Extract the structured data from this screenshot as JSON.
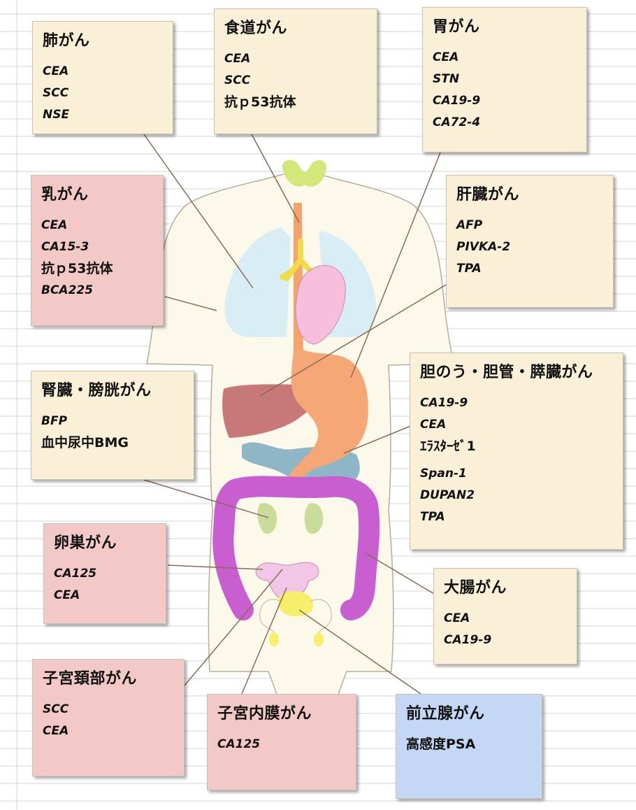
{
  "boxes": {
    "lung": {
      "title": "肺がん",
      "markers": [
        "CEA",
        "SCC",
        "NSE"
      ]
    },
    "esophagus": {
      "title": "食道がん",
      "markers": [
        "CEA",
        "SCC",
        "抗ｐ53抗体"
      ]
    },
    "stomach": {
      "title": "胃がん",
      "markers": [
        "CEA",
        "STN",
        "CA19-9",
        "CA72-4"
      ]
    },
    "breast": {
      "title": "乳がん",
      "markers": [
        "CEA",
        "CA15-3",
        "抗ｐ53抗体",
        "BCA225"
      ]
    },
    "liver": {
      "title": "肝臓がん",
      "markers": [
        "AFP",
        "PIVKA-2",
        "TPA"
      ]
    },
    "kidney": {
      "title": "腎臓・膀胱がん",
      "markers": [
        "BFP",
        "血中尿中BMG"
      ]
    },
    "biliary": {
      "title": "胆のう・胆管・膵臓がん",
      "markers": [
        "CA19-9",
        "CEA",
        "ｴﾗｽﾀｰｾﾞ1",
        "Span-1",
        "DUPAN2",
        "TPA"
      ]
    },
    "ovary": {
      "title": "卵巣がん",
      "markers": [
        "CA125",
        "CEA"
      ]
    },
    "colon": {
      "title": "大腸がん",
      "markers": [
        "CEA",
        "CA19-9"
      ]
    },
    "cervix": {
      "title": "子宮頚部がん",
      "markers": [
        "SCC",
        "CEA"
      ]
    },
    "endometrium": {
      "title": "子宮内膜がん",
      "markers": [
        "CA125"
      ]
    },
    "prostate": {
      "title": "前立腺がん",
      "markers": [
        "高感度PSA"
      ]
    }
  },
  "colors": {
    "beige": "#faf0d8",
    "pink": "#f2c9c7",
    "blue": "#c4d7f4",
    "body": "#fdf9ea",
    "lung": "#d9eef4",
    "heart": "#f7bfdc",
    "stomach": "#f5a875",
    "liver": "#c9787a",
    "pancreas": "#8fb6c6",
    "colon": "#c85ed0",
    "kidney": "#c9dc9a",
    "thyroid": "#d3e77a",
    "trachea": "#f0dc48",
    "uterus": "#f2c6e6",
    "prostate": "#f5ef6a",
    "leader_line": "#8a6a58"
  }
}
